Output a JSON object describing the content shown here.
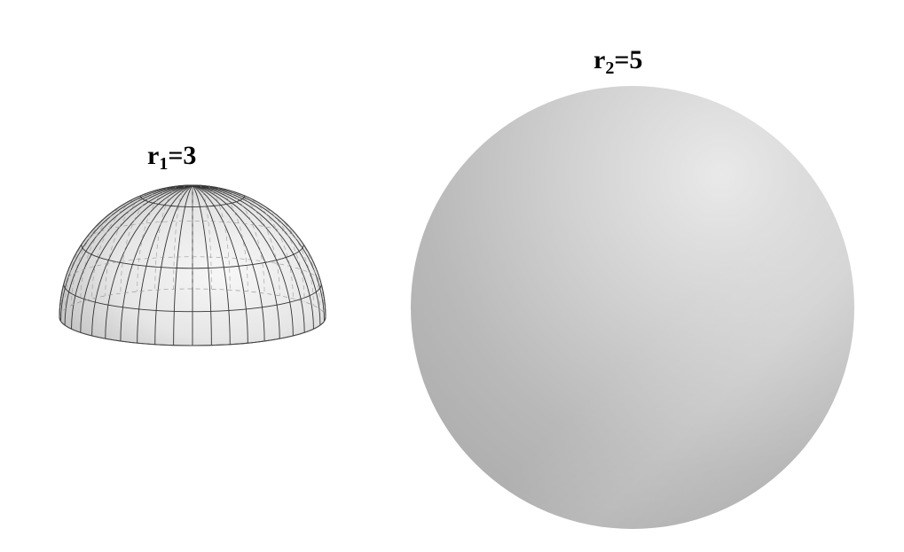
{
  "hemisphere": {
    "label_base": "r",
    "label_sub": "1",
    "label_value": "=3"
  },
  "sphere": {
    "label_base": "r",
    "label_sub": "2",
    "label_value": "=5"
  }
}
